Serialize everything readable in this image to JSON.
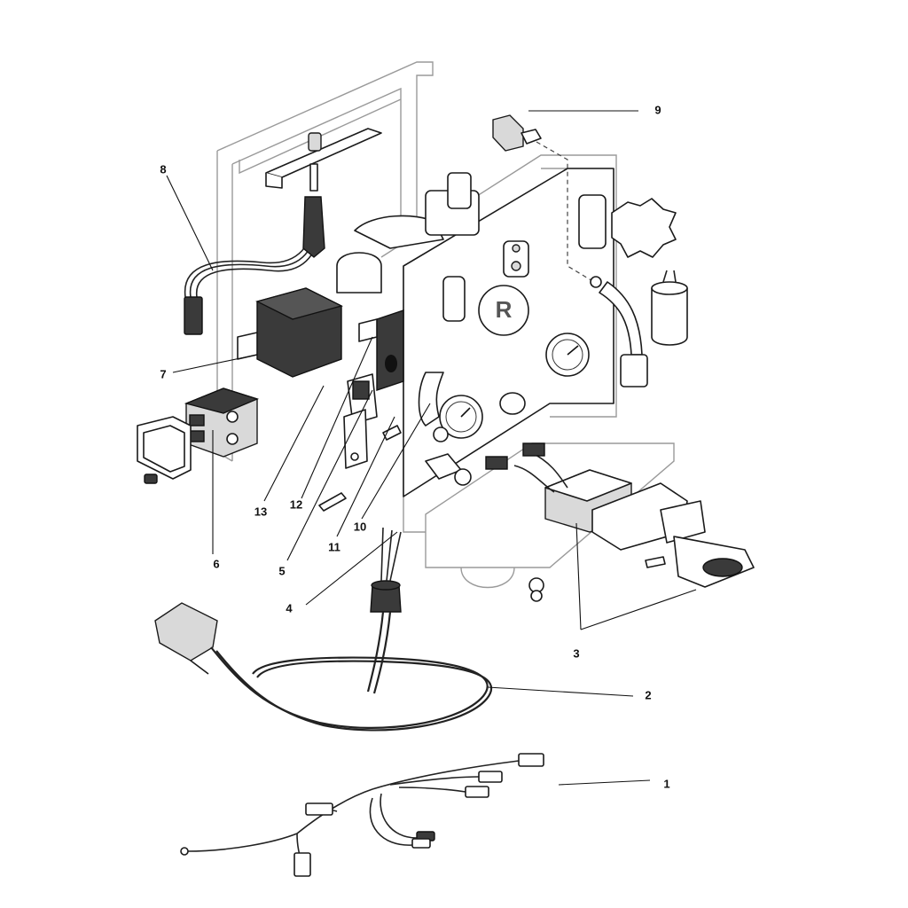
{
  "callouts": {
    "c1": "1",
    "c2": "2",
    "c3": "3",
    "c4": "4",
    "c5": "5",
    "c6": "6",
    "c7": "7",
    "c8": "8",
    "c9": "9",
    "c10": "10",
    "c11": "11",
    "c12": "12",
    "c13": "13"
  },
  "logo": "R"
}
